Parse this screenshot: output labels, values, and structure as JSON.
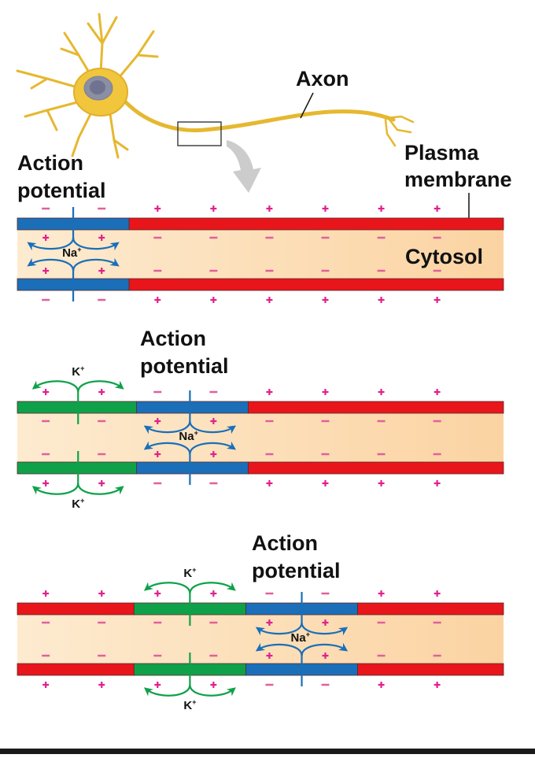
{
  "title_labels": {
    "axon": "Axon",
    "plasma_membrane_line1": "Plasma",
    "plasma_membrane_line2": "membrane",
    "cytosol": "Cytosol"
  },
  "colors": {
    "resting_membrane": "#e8151b",
    "depolarized_membrane": "#1a6fb8",
    "repolarizing_membrane": "#0fa14a",
    "cytosol_light": "#fdebd0",
    "cytosol_dark": "#fbd4a4",
    "charge_sign": "#e0208c",
    "neuron": "#eec23a",
    "arrow_gray": "#c8c8c8"
  },
  "ions": {
    "sodium": "Na",
    "potassium": "K",
    "charge": "+"
  },
  "panels": [
    {
      "id": "panel-1",
      "action_potential_label": [
        "Action",
        "potential"
      ],
      "segments": [
        {
          "state": "depolarized",
          "start": 0.0,
          "end": 0.23
        },
        {
          "state": "resting",
          "start": 0.23,
          "end": 1.0
        }
      ],
      "na_influx_at": 0.115,
      "k_efflux_at": null
    },
    {
      "id": "panel-2",
      "action_potential_label": [
        "Action",
        "potential"
      ],
      "segments": [
        {
          "state": "repolarizing",
          "start": 0.0,
          "end": 0.245
        },
        {
          "state": "depolarized",
          "start": 0.245,
          "end": 0.475
        },
        {
          "state": "resting",
          "start": 0.475,
          "end": 1.0
        }
      ],
      "na_influx_at": 0.355,
      "k_efflux_at": 0.125
    },
    {
      "id": "panel-3",
      "action_potential_label": [
        "Action",
        "potential"
      ],
      "segments": [
        {
          "state": "resting",
          "start": 0.0,
          "end": 0.24
        },
        {
          "state": "repolarizing",
          "start": 0.24,
          "end": 0.47
        },
        {
          "state": "depolarized",
          "start": 0.47,
          "end": 0.7
        },
        {
          "state": "resting",
          "start": 0.7,
          "end": 1.0
        }
      ],
      "na_influx_at": 0.585,
      "k_efflux_at": 0.355
    }
  ]
}
